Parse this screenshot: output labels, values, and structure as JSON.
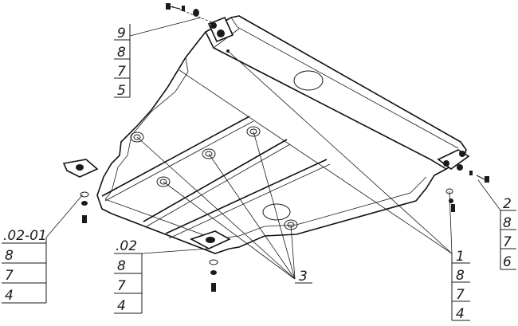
{
  "callouts": {
    "top_left": [
      "9",
      "8",
      "7",
      "5"
    ],
    "right_top": [
      "2",
      "8",
      "7",
      "6"
    ],
    "left": [
      ".02-01",
      "8",
      "7",
      "4"
    ],
    "middle_left": [
      ".02",
      "8",
      "7",
      "4"
    ],
    "center": [
      "3"
    ],
    "bottom_right": [
      "1",
      "8",
      "7",
      "4"
    ]
  }
}
